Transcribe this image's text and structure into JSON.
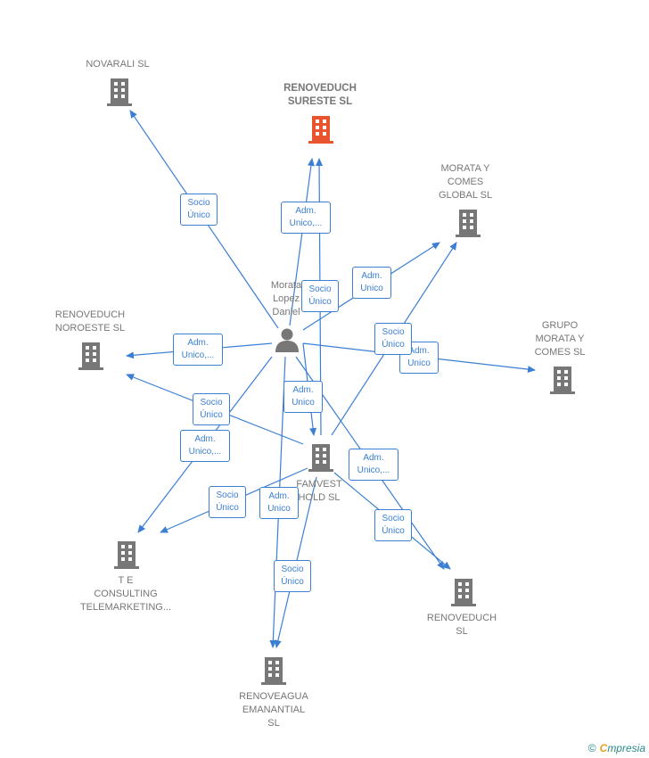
{
  "colors": {
    "edge": "#3b7fd4",
    "building": "#777777",
    "main_building": "#e8542e"
  },
  "center_person": {
    "name_lines": [
      "Morata",
      "Lopez",
      "Daniel"
    ],
    "icon": "person-icon"
  },
  "companies": [
    {
      "id": "novarali",
      "lines": [
        "NOVARALI SL"
      ],
      "icon": "building-icon"
    },
    {
      "id": "renoveduch_sureste",
      "lines": [
        "RENOVEDUCH",
        "SURESTE  SL"
      ],
      "icon": "building-icon",
      "highlight": true
    },
    {
      "id": "morata_comes_global",
      "lines": [
        "MORATA Y",
        "COMES",
        "GLOBAL  SL"
      ],
      "icon": "building-icon"
    },
    {
      "id": "grupo_morata",
      "lines": [
        "GRUPO",
        "MORATA Y",
        "COMES SL"
      ],
      "icon": "building-icon"
    },
    {
      "id": "renoveduch_noroeste",
      "lines": [
        "RENOVEDUCH",
        "NOROESTE  SL"
      ],
      "icon": "building-icon"
    },
    {
      "id": "famvest",
      "lines": [
        "FAMVEST",
        "HOLD  SL"
      ],
      "icon": "building-icon"
    },
    {
      "id": "te_consulting",
      "lines": [
        "T E",
        "CONSULTING",
        "TELEMARKETING..."
      ],
      "icon": "building-icon"
    },
    {
      "id": "renoveduch_sl",
      "lines": [
        "RENOVEDUCH",
        "SL"
      ],
      "icon": "building-icon"
    },
    {
      "id": "renoveagua",
      "lines": [
        "RENOVEAGUA",
        "EMANANTIAL",
        "SL"
      ],
      "icon": "building-icon"
    }
  ],
  "edge_labels": [
    {
      "id": "e1",
      "lines": [
        "Socio",
        "Único"
      ]
    },
    {
      "id": "e2",
      "lines": [
        "Adm.",
        "Unico,..."
      ]
    },
    {
      "id": "e3",
      "lines": [
        "Socio",
        "Único"
      ]
    },
    {
      "id": "e4",
      "lines": [
        "Adm.",
        "Unico"
      ]
    },
    {
      "id": "e5",
      "lines": [
        "Adm.",
        "Unico,..."
      ]
    },
    {
      "id": "e6",
      "lines": [
        "Socio",
        "Único"
      ]
    },
    {
      "id": "e7",
      "lines": [
        "Adm.",
        "Unico"
      ]
    },
    {
      "id": "e8",
      "lines": [
        "Adm.",
        "Unico"
      ]
    },
    {
      "id": "e9",
      "lines": [
        "Socio",
        "Único"
      ]
    },
    {
      "id": "e10",
      "lines": [
        "Adm.",
        "Unico,..."
      ]
    },
    {
      "id": "e11",
      "lines": [
        "Adm.",
        "Unico,..."
      ]
    },
    {
      "id": "e12",
      "lines": [
        "Socio",
        "Único"
      ]
    },
    {
      "id": "e13",
      "lines": [
        "Adm.",
        "Unico"
      ]
    },
    {
      "id": "e14",
      "lines": [
        "Socio",
        "Único"
      ]
    },
    {
      "id": "e15",
      "lines": [
        "Socio",
        "Único"
      ]
    }
  ],
  "footer": {
    "copyright": "©",
    "brand_first": "C",
    "brand_rest": "mpresia"
  }
}
